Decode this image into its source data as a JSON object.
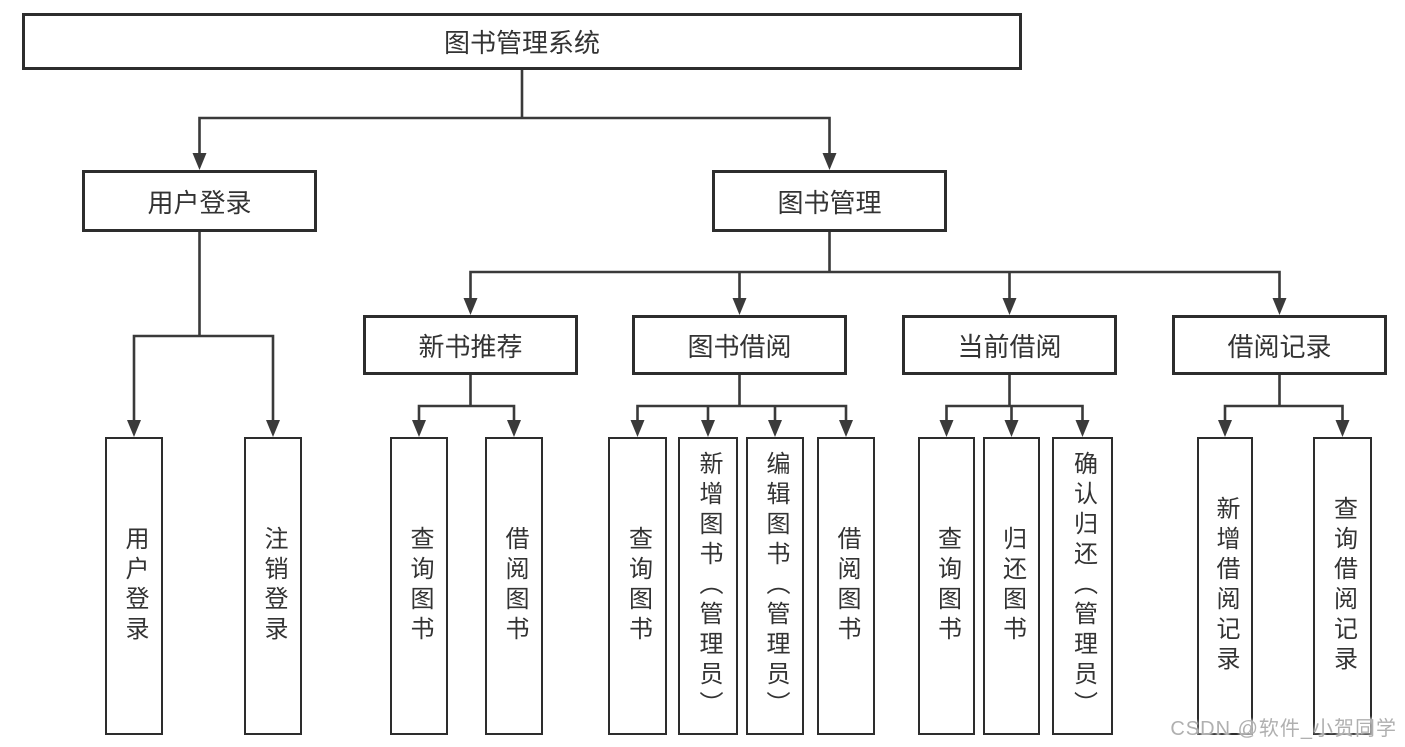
{
  "diagram": {
    "root": {
      "label": "图书管理系统"
    },
    "branches": [
      {
        "label": "用户登录",
        "children": [
          {
            "label": "用户登录"
          },
          {
            "label": "注销登录"
          }
        ]
      },
      {
        "label": "图书管理",
        "children": [
          {
            "label": "新书推荐",
            "children": [
              {
                "label": "查询图书"
              },
              {
                "label": "借阅图书"
              }
            ]
          },
          {
            "label": "图书借阅",
            "children": [
              {
                "label": "查询图书"
              },
              {
                "label": "新增图书（管理员）"
              },
              {
                "label": "编辑图书（管理员）"
              },
              {
                "label": "借阅图书"
              }
            ]
          },
          {
            "label": "当前借阅",
            "children": [
              {
                "label": "查询图书"
              },
              {
                "label": "归还图书"
              },
              {
                "label": "确认归还（管理员）"
              }
            ]
          },
          {
            "label": "借阅记录",
            "children": [
              {
                "label": "新增借阅记录"
              },
              {
                "label": "查询借阅记录"
              }
            ]
          }
        ]
      }
    ]
  },
  "watermark": {
    "label": "CSDN @软件_小贺同学"
  },
  "colors": {
    "line": "#3a3a3a",
    "box_border": "#2d2d2d",
    "text": "#333333",
    "watermark": "#b0b0b0",
    "background": "#ffffff"
  }
}
